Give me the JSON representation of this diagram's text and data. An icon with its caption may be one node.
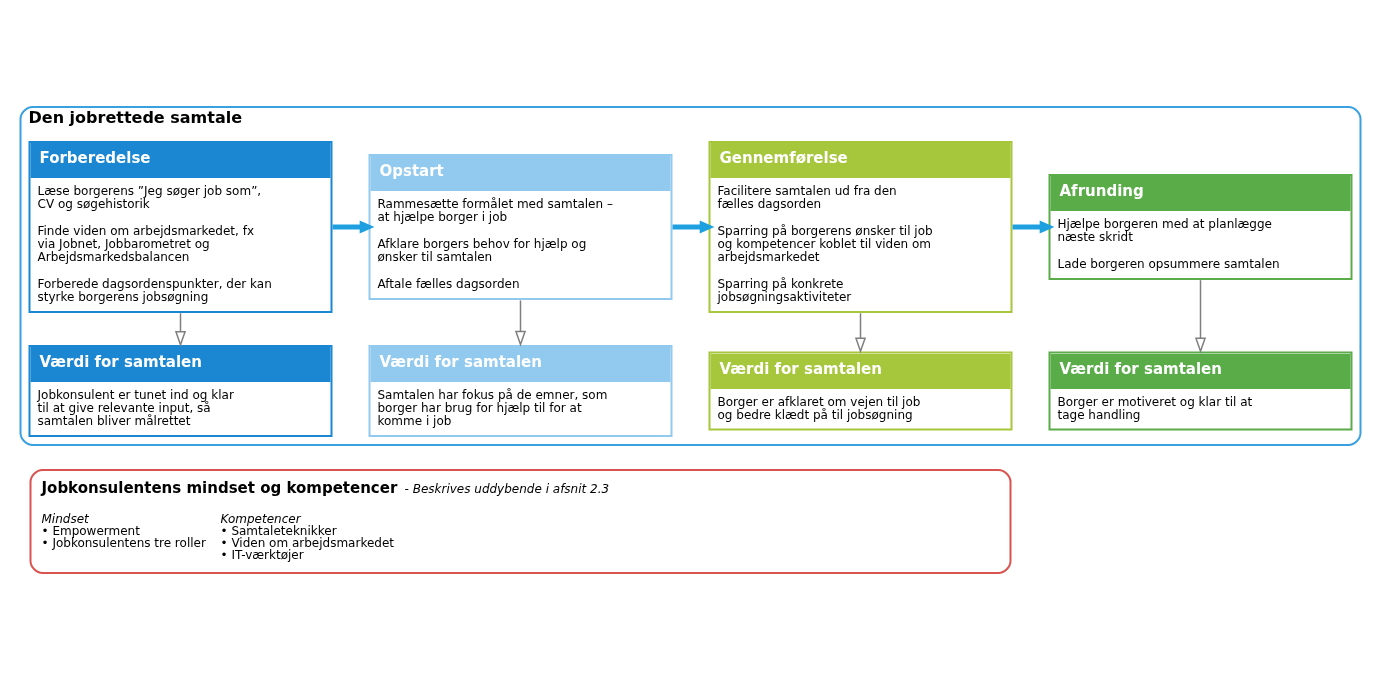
{
  "diagram": {
    "nodes": [
      {
        "text": [
          "Den jobrettede samtale"
        ]
      },
      {
        "text": [
          "Forberedelse",
          "Læse borgerens ”Jeg søger job som”, CV og søgehistorik",
          "Finde viden om arbejdsmarkedet, fx via Jobnet, Jobbarometret og Arbejdsmarkedsbalancen",
          "Forberede dagsordenspunkter, der kan styrke borgerens jobsøgning"
        ],
        "in": 0
      },
      {
        "text": [
          "Opstart",
          "Rammesætte formålet med samtalen – at hjælpe borger i job",
          "Afklare borgers behov for hjælp og ønsker til samtalen",
          "Aftale fælles dagsorden"
        ],
        "in": 0
      },
      {
        "text": [
          "Gennemførelse",
          "Facilitere samtalen ud fra den fælles dagsorden",
          "Sparring på borgerens ønsker til job og kompetencer koblet til viden om arbejdsmarkedet",
          "Sparring på konkrete jobsøgningsaktiviteter"
        ],
        "in": 0
      },
      {
        "text": [
          "Afrunding",
          "Hjælpe borgeren med at planlægge næste skridt",
          "Lade borgeren opsummere samtalen"
        ],
        "in": 0
      },
      {
        "text": [
          "Værdi for samtalen",
          "Jobkonsulent er tunet ind og klar til at give relevante input, så samtalen bliver målrettet"
        ],
        "in": 0
      },
      {
        "text": [
          "Værdi for samtalen",
          "Samtalen har fokus på de emner, som borger har brug for hjælp til for at komme i job"
        ],
        "in": 0
      },
      {
        "text": [
          "Værdi for samtalen",
          "Borger er afklaret om vejen til job og bedre klædt på til jobsøgning"
        ],
        "in": 0
      },
      {
        "text": [
          "Værdi for samtalen",
          "Borger er motiveret og klar til at tage handling"
        ],
        "in": 0
      },
      {
        "text": [
          "Jobkonsulentens mindset og kompetencer",
          "- Beskrives uddybende i afsnit 2.3",
          "Mindset",
          "• Empowerment",
          "• Jobkonsulentens tre roller",
          "Kompetencer",
          "• Samtaleteknikker",
          "• Viden om arbejdsmarkedet",
          "• IT-værktøjer"
        ]
      }
    ],
    "edges": [
      {
        "from": 1,
        "to": 2,
        "arrow": "to",
        "style": "thick",
        "color": "#1ea0e0"
      },
      {
        "from": 2,
        "to": 3,
        "arrow": "to",
        "style": "thick",
        "color": "#1ea0e0"
      },
      {
        "from": 3,
        "to": 4,
        "arrow": "to",
        "style": "thick",
        "color": "#1ea0e0"
      },
      {
        "from": 1,
        "to": 5,
        "arrow": "to"
      },
      {
        "from": 2,
        "to": 6,
        "arrow": "to"
      },
      {
        "from": 3,
        "to": 7,
        "arrow": "to"
      },
      {
        "from": 4,
        "to": 8,
        "arrow": "to"
      }
    ]
  }
}
